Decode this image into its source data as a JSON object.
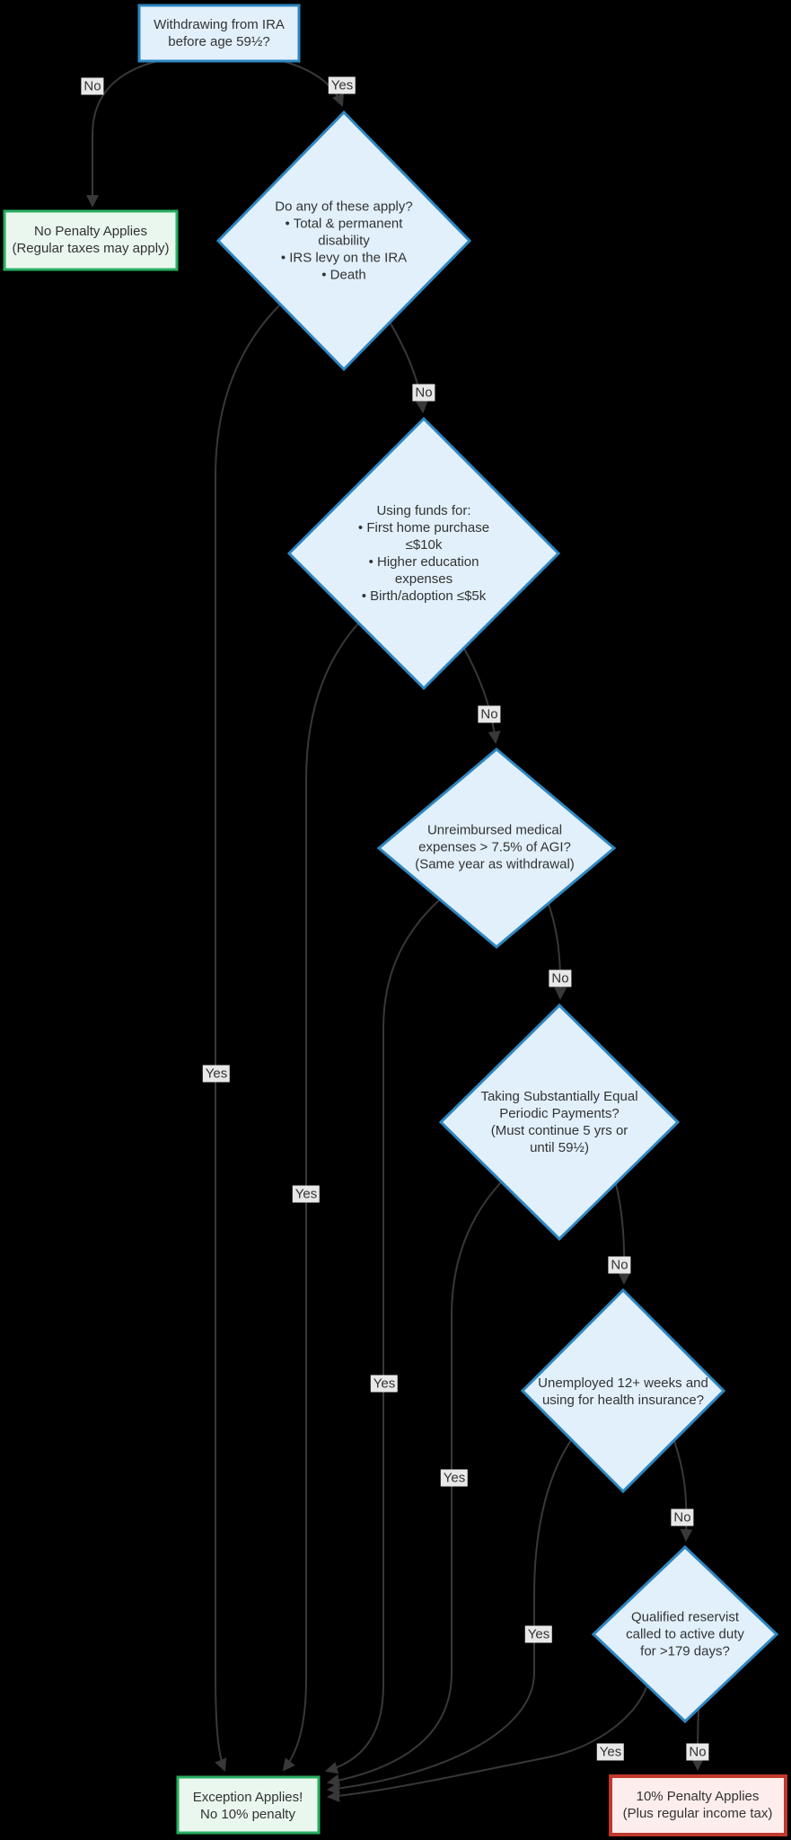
{
  "nodes": {
    "start": "Withdrawing from IRA\nbefore age 59½?",
    "no_penalty": "No Penalty Applies\n(Regular taxes may apply)",
    "exceptions_check": "Do any of these apply?\n• Total & permanent\ndisability\n• IRS levy on the IRA\n• Death",
    "funds_use": "Using funds for:\n• First home purchase\n≤$10k\n• Higher education\nexpenses\n• Birth/adoption ≤$5k",
    "medical": "Unreimbursed medical\nexpenses > 7.5% of AGI?\n(Same year as withdrawal)",
    "sepp": "Taking Substantially Equal\nPeriodic Payments?\n(Must continue 5 yrs or\nuntil 59½)",
    "unemployed": "Unemployed 12+ weeks and\nusing for health insurance?",
    "reservist": "Qualified reservist\ncalled to active duty\nfor >179 days?",
    "exception": "Exception Applies!\nNo 10% penalty",
    "penalty": "10% Penalty Applies\n(Plus regular income tax)"
  },
  "edge_labels": {
    "a_no": "No",
    "a_yes": "Yes",
    "d1_no": "No",
    "d1_yes": "Yes",
    "d2_no": "No",
    "d2_yes": "Yes",
    "d3_no": "No",
    "d3_yes": "Yes",
    "d4_no": "No",
    "d4_yes": "Yes",
    "d5_no": "No",
    "d5_yes": "Yes",
    "d6_no": "No",
    "d6_yes": "Yes"
  },
  "colors": {
    "decision_fill": "#e1f0fb",
    "decision_border": "#2e86c1",
    "success_fill": "#e9f7ef",
    "success_border": "#27ae60",
    "danger_fill": "#fdedec",
    "danger_border": "#c0392b",
    "edge": "#383838",
    "label_bg": "#e8e8e8",
    "text": "#333333"
  }
}
